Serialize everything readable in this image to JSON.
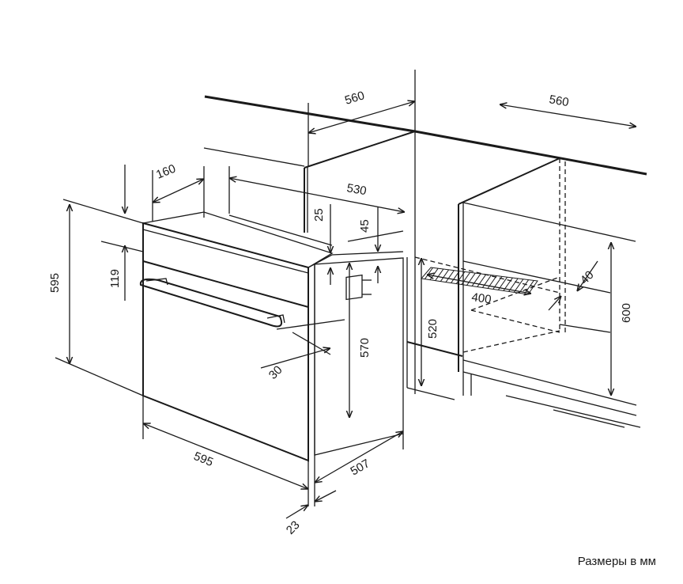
{
  "units_caption": "Размеры в мм",
  "dimensions": {
    "cab_width_top": "560",
    "cab_width_right": "560",
    "cutout_width": "530",
    "vent_depth": "160",
    "top_gap": "25",
    "back_gap": "45",
    "panel_height": "119",
    "oven_height": "595",
    "inner_height": "570",
    "cab_height": "520",
    "niche_height": "600",
    "vent_gap": "40",
    "vent_length": "400",
    "handle_depth": "30",
    "oven_width": "595",
    "oven_depth": "507",
    "front_thickness": "23"
  }
}
